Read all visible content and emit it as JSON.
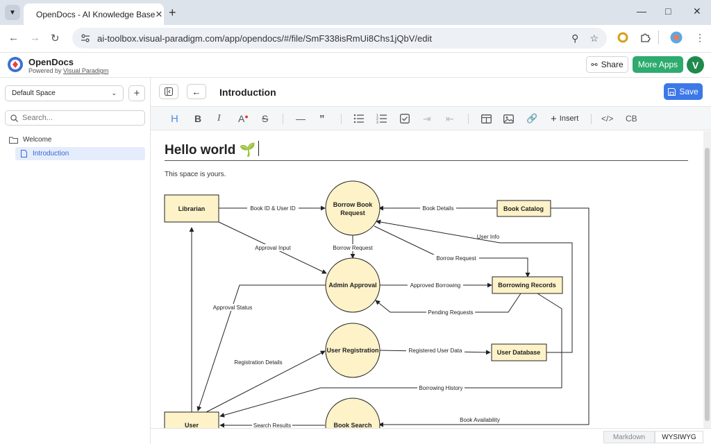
{
  "browser": {
    "tab_title": "OpenDocs - AI Knowledge Base",
    "url": "ai-toolbox.visual-paradigm.com/app/opendocs/#/file/SmF338isRmUi8Chs1jQbV/edit"
  },
  "app": {
    "brand": "OpenDocs",
    "powered_prefix": "Powered by ",
    "powered_link": "Visual Paradigm",
    "share_label": "Share",
    "more_apps_label": "More Apps",
    "avatar_initial": "V"
  },
  "sidebar": {
    "space": "Default Space",
    "search_placeholder": "Search...",
    "tree": {
      "welcome": "Welcome",
      "introduction": "Introduction"
    }
  },
  "editor": {
    "title": "Introduction",
    "save_label": "Save",
    "toolbar": {
      "heading": "H",
      "bold": "B",
      "italic": "I",
      "insert_label": "Insert",
      "code": "</>",
      "codeblock": "CB"
    },
    "heading_text": "Hello world 🌱",
    "paragraph": "This space is yours.",
    "modes": {
      "markdown": "Markdown",
      "wysiwyg": "WYSIWYG"
    }
  },
  "diagram": {
    "entities": {
      "librarian": "Librarian",
      "book_catalog": "Book Catalog",
      "borrowing_records": "Borrowing Records",
      "user_database": "User Database",
      "user": "User"
    },
    "processes": {
      "borrow_request_line1": "Borrow Book",
      "borrow_request_line2": "Request",
      "admin_approval": "Admin Approval",
      "user_registration": "User Registration",
      "book_search": "Book Search"
    },
    "flows": {
      "book_id_user_id": "Book ID & User ID",
      "book_details": "Book Details",
      "user_info": "User Info",
      "approval_input": "Approval Input",
      "borrow_request_down": "Borrow Request",
      "borrow_request_right": "Borrow Request",
      "approved_borrowing": "Approved Borrowing",
      "approval_status": "Approval Status",
      "pending_requests": "Pending Requests",
      "registration_details": "Registration Details",
      "registered_user_data": "Registered User Data",
      "borrowing_history": "Borrowing History",
      "book_availability": "Book Availability",
      "search_results": "Search Results"
    }
  }
}
